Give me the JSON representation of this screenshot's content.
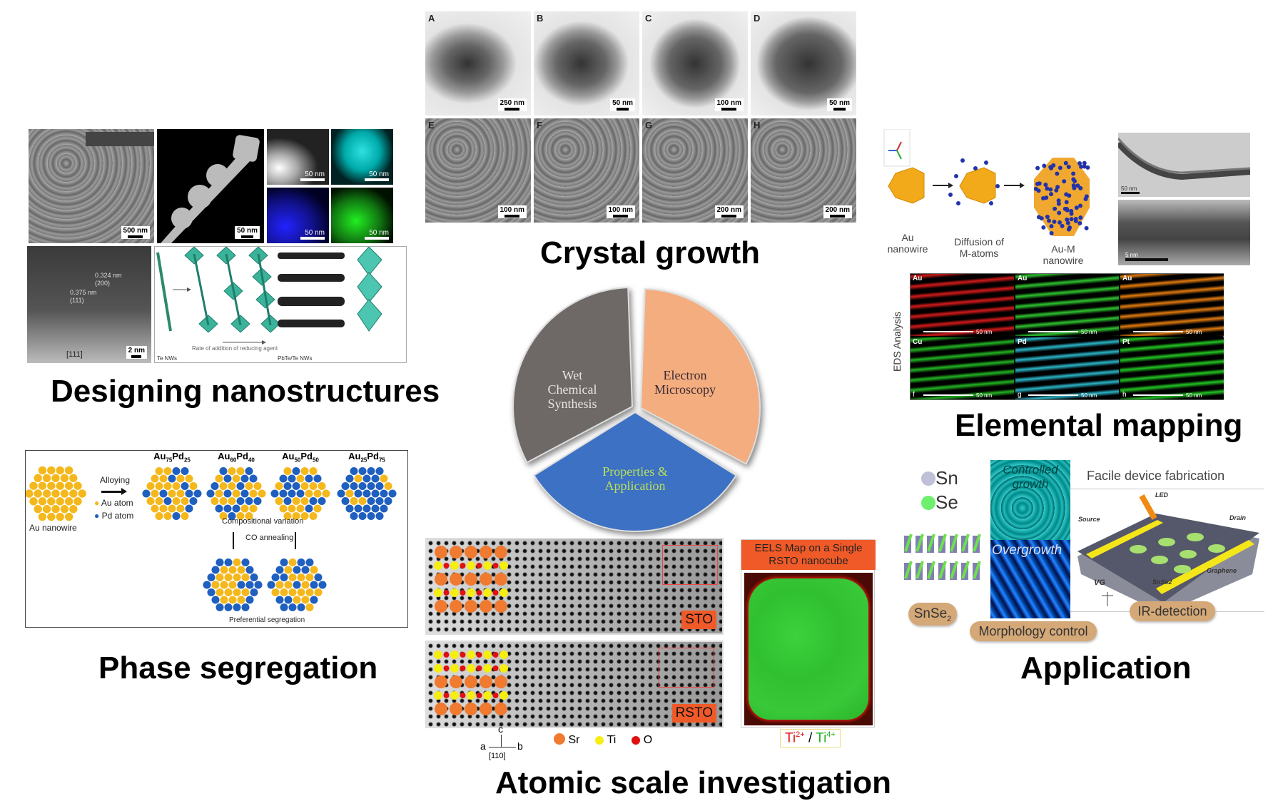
{
  "titles": {
    "crystal_growth": "Crystal growth",
    "designing": "Designing nanostructures",
    "elemental": "Elemental mapping",
    "phase": "Phase segregation",
    "application": "Application",
    "atomic": "Atomic scale investigation"
  },
  "pie": {
    "segments": [
      {
        "lines": [
          "Wet",
          "Chemical",
          "Synthesis"
        ],
        "color": "#6e6866",
        "text_color": "#e8e4e0"
      },
      {
        "lines": [
          "Electron",
          "Microscopy"
        ],
        "color": "#f4ad7f",
        "text_color": "#3a2a33"
      },
      {
        "lines": [
          "Properties &",
          "Application"
        ],
        "color": "#3e71c4",
        "text_color": "#b8e05a"
      }
    ]
  },
  "crystal_growth": {
    "panels": [
      {
        "letter": "A",
        "scale": "250 nm"
      },
      {
        "letter": "B",
        "scale": "50 nm"
      },
      {
        "letter": "C",
        "scale": "100 nm"
      },
      {
        "letter": "D",
        "scale": "50 nm"
      },
      {
        "letter": "E",
        "scale": "100 nm"
      },
      {
        "letter": "F",
        "scale": "100 nm"
      },
      {
        "letter": "G",
        "scale": "200 nm"
      },
      {
        "letter": "H",
        "scale": "200 nm"
      }
    ]
  },
  "designing": {
    "sem_scale": "500 nm",
    "haadf_scale": "50 nm",
    "map_scales": [
      "50 nm",
      "50 nm",
      "50 nm",
      "50 nm"
    ],
    "hrtem": {
      "d1": "0.324 nm",
      "p1": "(200)",
      "d2": "0.375 nm",
      "p2": "(111)",
      "zone": "[111]",
      "scale": "2 nm"
    },
    "schematic": {
      "caption": "Rate of addition of reducing agent",
      "left": "Te NWs",
      "right": "PbTe/Te NWs"
    }
  },
  "phase": {
    "au_nanowire": "Au nanowire",
    "alloying": "Alloying",
    "au_atom": "Au atom",
    "pd_atom": "Pd atom",
    "compositions": [
      {
        "a": "Au",
        "an": "75",
        "b": "Pd",
        "bn": "25",
        "pd": 0.25
      },
      {
        "a": "Au",
        "an": "60",
        "b": "Pd",
        "bn": "40",
        "pd": 0.4
      },
      {
        "a": "Au",
        "an": "50",
        "b": "Pd",
        "bn": "50",
        "pd": 0.5
      },
      {
        "a": "Au",
        "an": "25",
        "b": "Pd",
        "bn": "75",
        "pd": 0.75
      }
    ],
    "compositional": "Compositional variation",
    "co_annealing": "CO annealing",
    "preferential": "Preferential segregation",
    "au_color": "#f5b81c",
    "pd_color": "#1f5fbf"
  },
  "elemental": {
    "steps": [
      "Au\nnanowire",
      "Diffusion of\nM-atoms",
      "Au-M\nnanowire"
    ],
    "tem_scales": [
      "50 nm",
      "5 nm"
    ],
    "eds_label": "EDS Analysis",
    "maps": [
      {
        "el": "Au",
        "letter": "",
        "scale": "50 nm",
        "color": "#d21a1a"
      },
      {
        "el": "Au",
        "letter": "",
        "scale": "50 nm",
        "color": "#2ec22e"
      },
      {
        "el": "Au",
        "letter": "",
        "scale": "50 nm",
        "color": "#e07a10"
      },
      {
        "el": "Cu",
        "letter": "f",
        "scale": "50 nm",
        "color": "#22b422"
      },
      {
        "el": "Pd",
        "letter": "g",
        "scale": "50 nm",
        "color": "#2bb5c8"
      },
      {
        "el": "Pt",
        "letter": "h",
        "scale": "50 nm",
        "color": "#22c422"
      }
    ]
  },
  "application": {
    "sn": "Sn",
    "se": "Se",
    "material": "SnSe",
    "material_sub": "2",
    "controlled": "Controlled growth",
    "overgrowth": "Overgrowth",
    "morphology": "Morphology control",
    "facile": "Facile device fabrication",
    "device": {
      "led": "LED",
      "source": "Source",
      "drain": "Drain",
      "graphene": "Graphene",
      "snse2": "SnSe2",
      "vg": "VG"
    },
    "ir": "IR-detection"
  },
  "atomic": {
    "sto": "STO",
    "rsto": "RSTO",
    "eels_title": "EELS Map on a Single RSTO nanocube",
    "ti_a": "Ti",
    "ti_a_sup": "2+",
    "sep": " / ",
    "ti_b": "Ti",
    "ti_b_sup": "4+",
    "legend": [
      {
        "label": "Sr",
        "color": "#ef7a30"
      },
      {
        "label": "Ti",
        "color": "#f5ee10"
      },
      {
        "label": "O",
        "color": "#e01010"
      }
    ],
    "axes": {
      "c": "c",
      "a": "a",
      "b": "b",
      "zone": "[110]"
    }
  }
}
